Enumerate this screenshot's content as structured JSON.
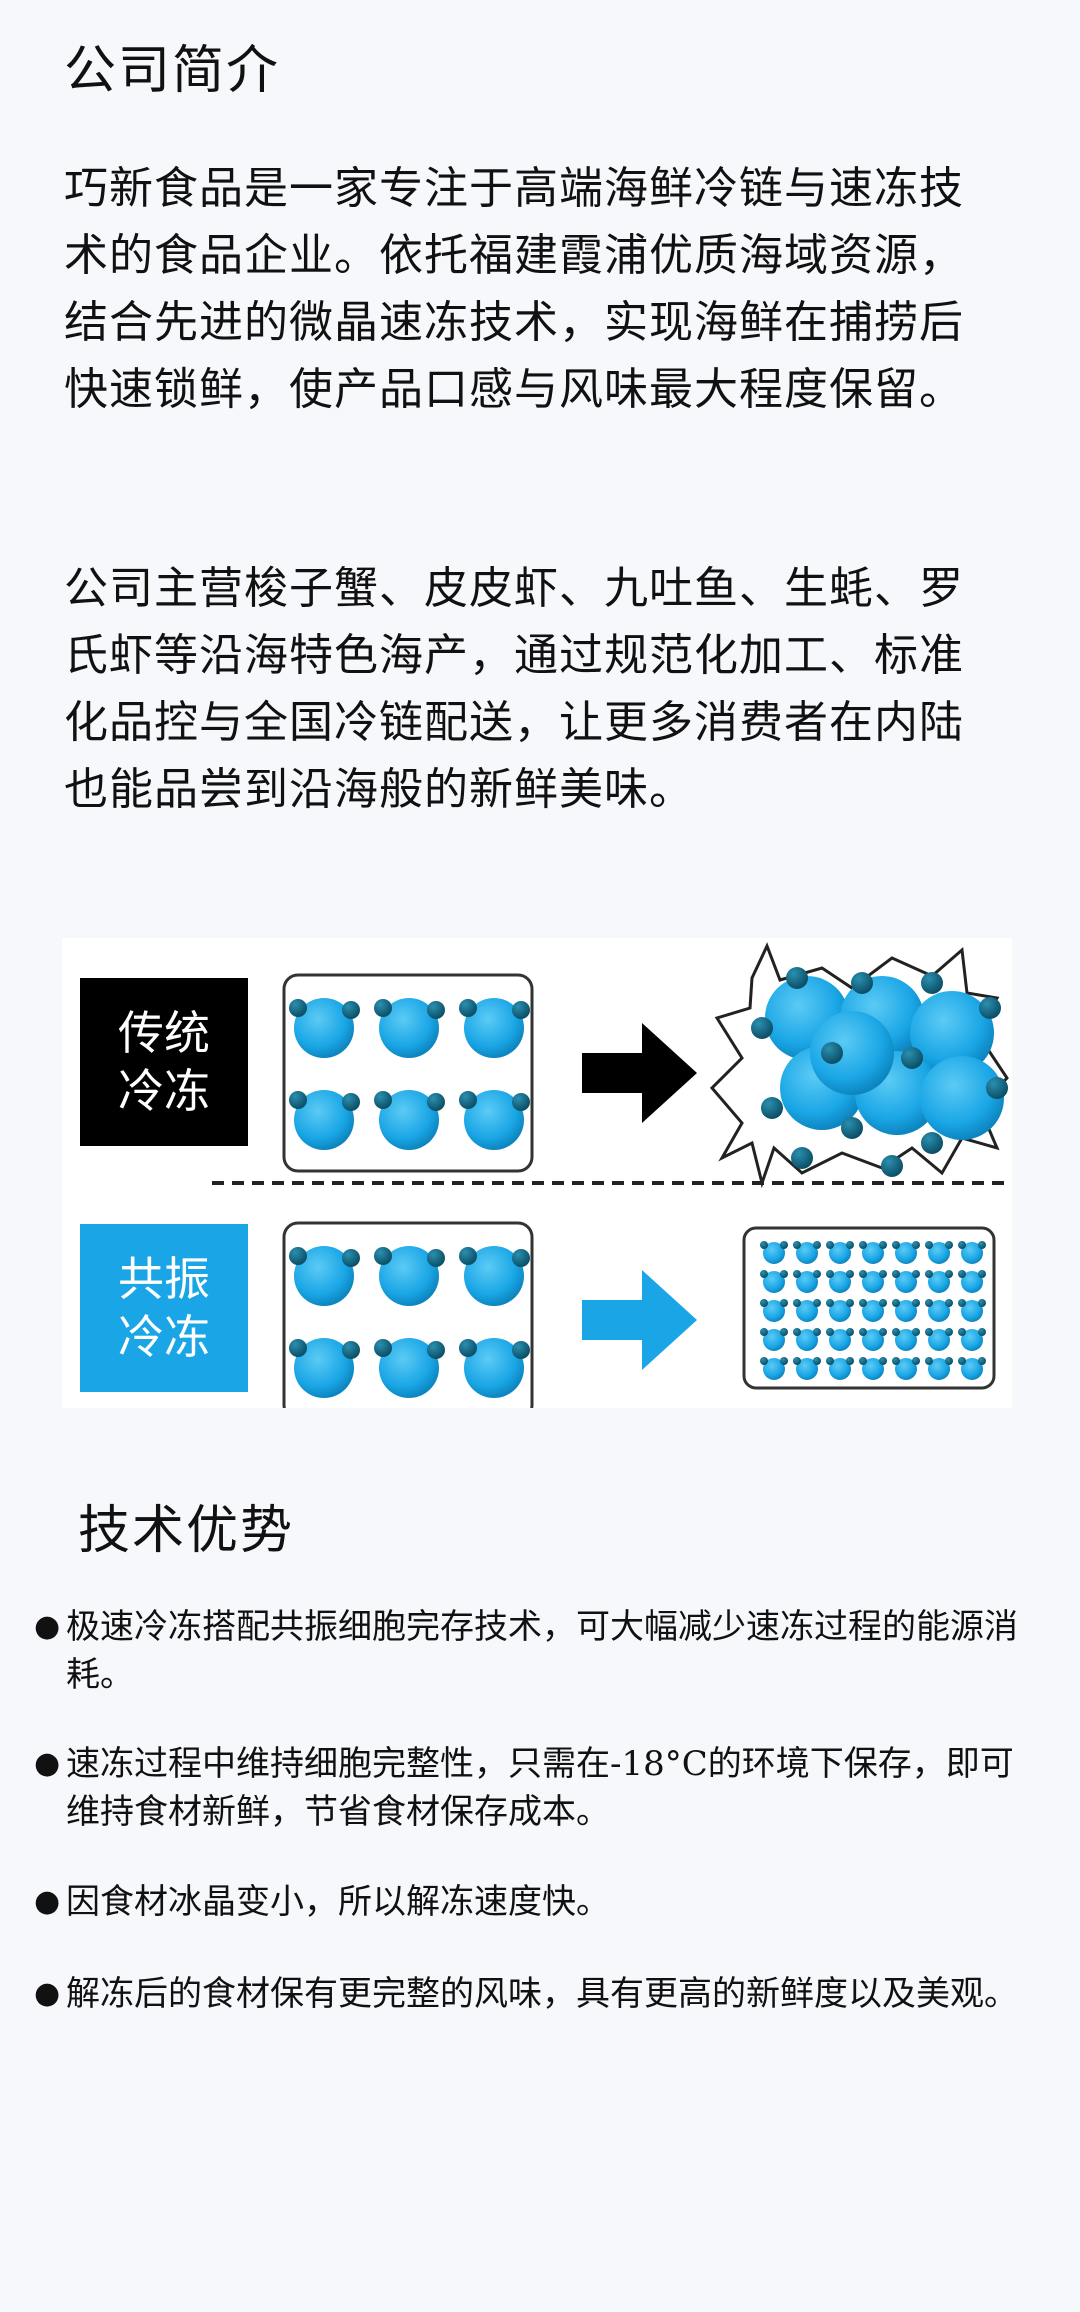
{
  "intro": {
    "title": "公司简介",
    "paragraph1": "巧新食品是一家专注于高端海鲜冷链与速冻技术的食品企业。依托福建霞浦优质海域资源，结合先进的微晶速冻技术，实现海鲜在捕捞后快速锁鲜，使产品口感与风味最大程度保留。",
    "paragraph2": "公司主营梭子蟹、皮皮虾、九吐鱼、生蚝、罗氏虾等沿海特色海产，通过规范化加工、标准化品控与全国冷链配送，让更多消费者在内陆也能品尝到沿海般的新鲜美味。"
  },
  "diagram": {
    "traditional": {
      "line1": "传统",
      "line2": "冷冻",
      "color": "#000000"
    },
    "resonance": {
      "line1": "共振",
      "line2": "冷冻",
      "color": "#1aa6e6"
    }
  },
  "advantages": {
    "title": "技术优势",
    "bullet": "●",
    "items": [
      "极速冷冻搭配共振细胞完存技术，可大幅减少速冻过程的能源消耗。",
      "速冻过程中维持细胞完整性，只需在-18°C的环境下保存，即可维持食材新鲜，节省食材保存成本。",
      "因食材冰晶变小，所以解冻速度快。",
      "解冻后的食材保有更完整的风味，具有更高的新鲜度以及美观。"
    ]
  }
}
